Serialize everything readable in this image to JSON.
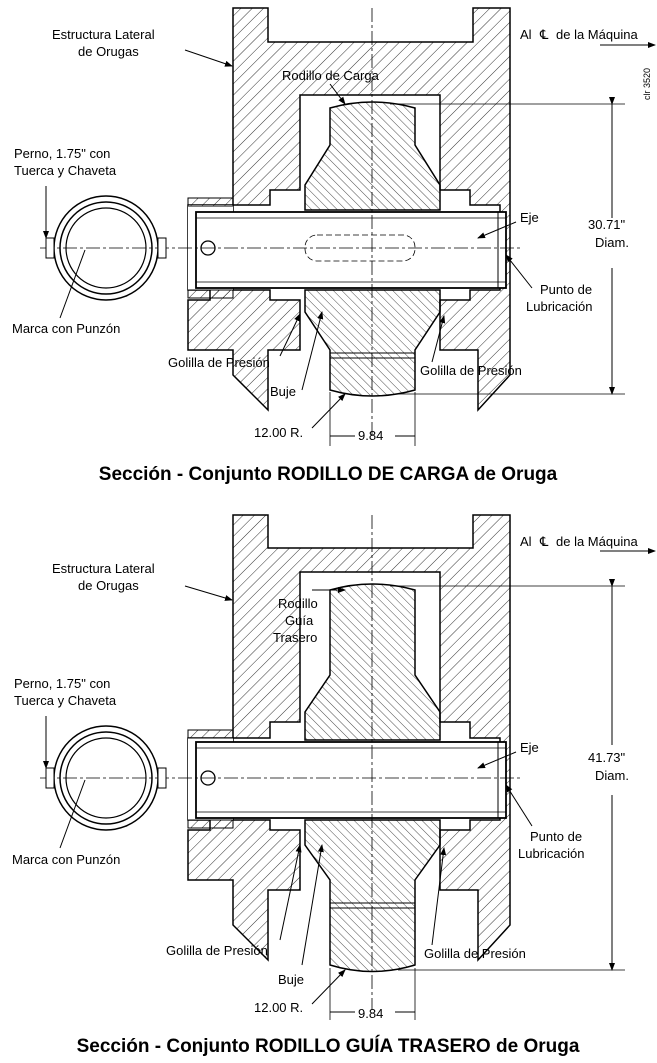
{
  "drawing_id": "clr 3520",
  "top": {
    "caption": "Sección - Conjunto RODILLO DE CARGA de Oruga",
    "label_structure_l1": "Estructura Lateral",
    "label_structure_l2": "de Orugas",
    "label_machine_prefix": "Al",
    "label_machine_suffix": "de la Máquina",
    "label_roller_l1": "Rodillo de Carga",
    "label_bolt_l1": "Perno, 1.75\" con",
    "label_bolt_l2": "Tuerca y Chaveta",
    "label_axle": "Eje",
    "label_diam_value": "30.71\"",
    "label_diam_unit": "Diam.",
    "label_lube_l1": "Punto de",
    "label_lube_l2": "Lubricación",
    "label_punch": "Marca con Punzón",
    "label_washer_left": "Golilla de Presión",
    "label_washer_right": "Golilla de Presión",
    "label_bushing": "Buje",
    "label_radius": "12.00 R.",
    "label_width": "9.84"
  },
  "bottom": {
    "caption": "Sección - Conjunto RODILLO GUÍA TRASERO de Oruga",
    "label_structure_l1": "Estructura Lateral",
    "label_structure_l2": "de Orugas",
    "label_machine_prefix": "Al",
    "label_machine_suffix": "de la Máquina",
    "label_roller_l1": "Rodillo",
    "label_roller_l2": "Guía",
    "label_roller_l3": "Trasero",
    "label_bolt_l1": "Perno, 1.75\" con",
    "label_bolt_l2": "Tuerca y Chaveta",
    "label_axle": "Eje",
    "label_diam_value": "41.73\"",
    "label_diam_unit": "Diam.",
    "label_lube_l1": "Punto de",
    "label_lube_l2": "Lubricación",
    "label_punch": "Marca con Punzón",
    "label_washer_left": "Golilla de Presión",
    "label_washer_right": "Golilla de Presión",
    "label_bushing": "Buje",
    "label_radius": "12.00 R.",
    "label_width": "9.84"
  }
}
